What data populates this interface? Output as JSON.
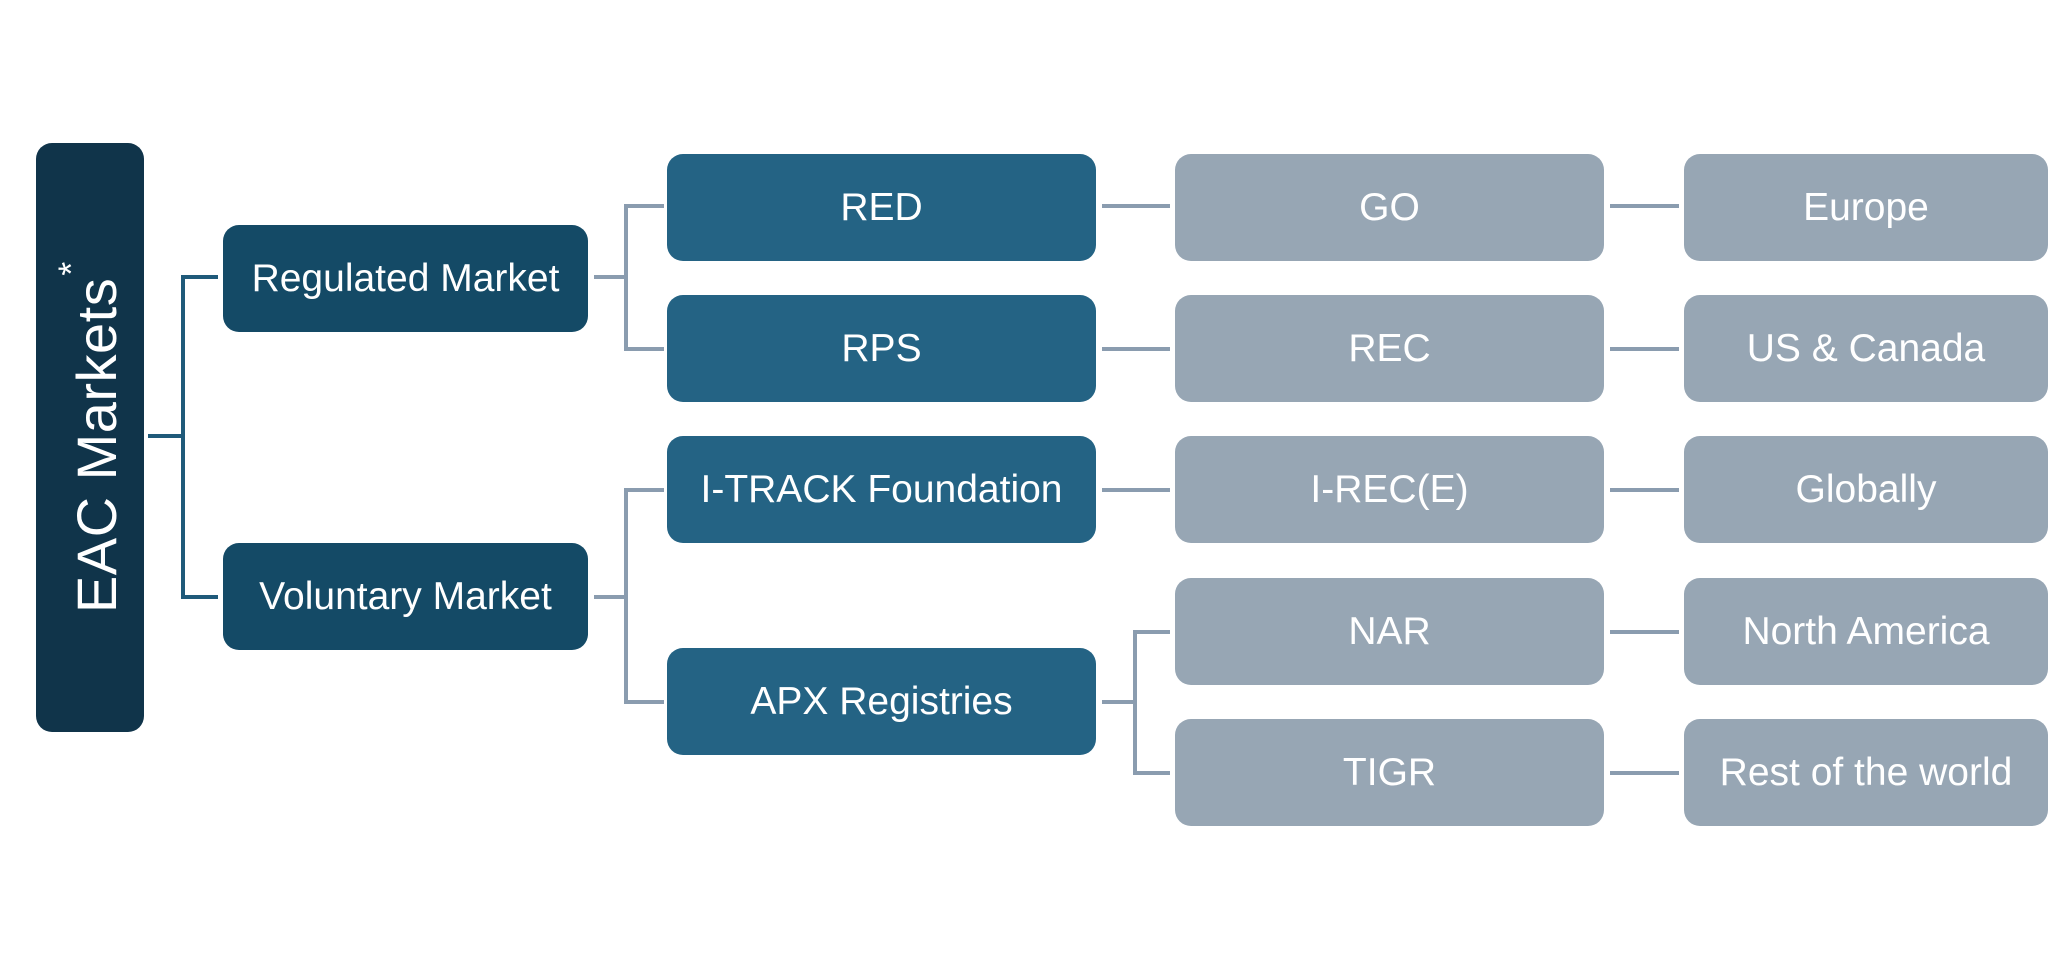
{
  "diagram": {
    "root": {
      "label": "EAC Markets",
      "superscript": "*"
    },
    "branches": [
      {
        "label": "Regulated Market",
        "children": [
          {
            "label": "RED",
            "certificate": "GO",
            "region": "Europe"
          },
          {
            "label": "RPS",
            "certificate": "REC",
            "region": "US & Canada"
          }
        ]
      },
      {
        "label": "Voluntary Market",
        "children": [
          {
            "label": "I-TRACK Foundation",
            "certificate": "I-REC(E)",
            "region": "Globally"
          },
          {
            "label": "APX Registries",
            "certificate": "NAR",
            "region": "North America"
          },
          {
            "certificate": "TIGR",
            "region": "Rest of the world"
          }
        ]
      }
    ],
    "colors": {
      "root": "#10344a",
      "level1": "#144a66",
      "level2": "#246384",
      "grey_boxes": "#97a6b4",
      "dark_connector": "#1f5a7a",
      "grey_connector": "#8a9caf"
    }
  }
}
